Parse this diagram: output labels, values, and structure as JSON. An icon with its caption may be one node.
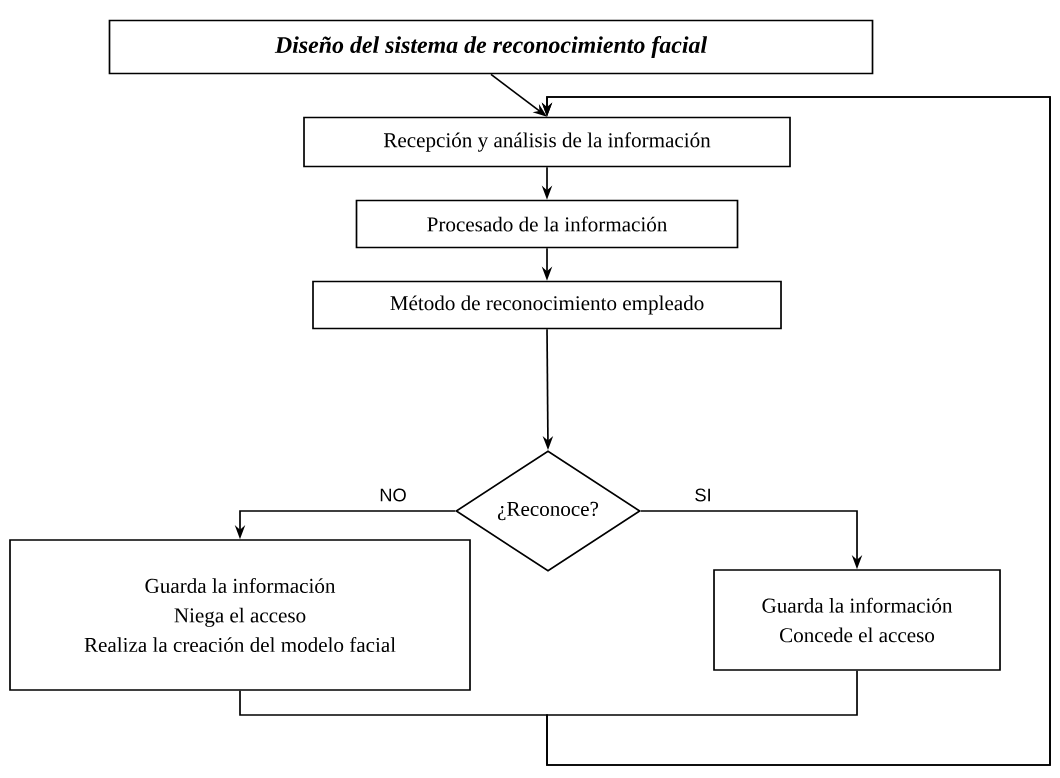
{
  "diagram": {
    "nodes": [
      {
        "text": [
          "Diseño del sistema de reconocimiento facial"
        ]
      },
      {
        "text": [
          "Recepción y análisis de la información"
        ]
      },
      {
        "text": [
          "Procesado de la información"
        ]
      },
      {
        "text": [
          "Método de reconocimiento empleado"
        ]
      },
      {
        "text": [
          "¿Reconoce?"
        ]
      },
      {
        "text": [
          "Guarda la información",
          "Niega el acceso",
          "Realiza la creación del modelo facial"
        ]
      },
      {
        "text": [
          "Guarda la información",
          "Concede el acceso"
        ]
      }
    ],
    "edges": [
      {
        "from": 0,
        "to": 1,
        "arrow": "to"
      },
      {
        "from": 1,
        "to": 2,
        "arrow": "to"
      },
      {
        "from": 2,
        "to": 3,
        "arrow": "to"
      },
      {
        "from": 3,
        "to": 4,
        "arrow": "to"
      },
      {
        "from": 4,
        "to": 5,
        "arrow": "to",
        "label": "NO"
      },
      {
        "from": 4,
        "to": 6,
        "arrow": "to",
        "label": "SI"
      },
      {
        "from": 5,
        "to": 1,
        "arrow": "to"
      },
      {
        "from": 6,
        "to": 1,
        "arrow": "to"
      }
    ]
  }
}
